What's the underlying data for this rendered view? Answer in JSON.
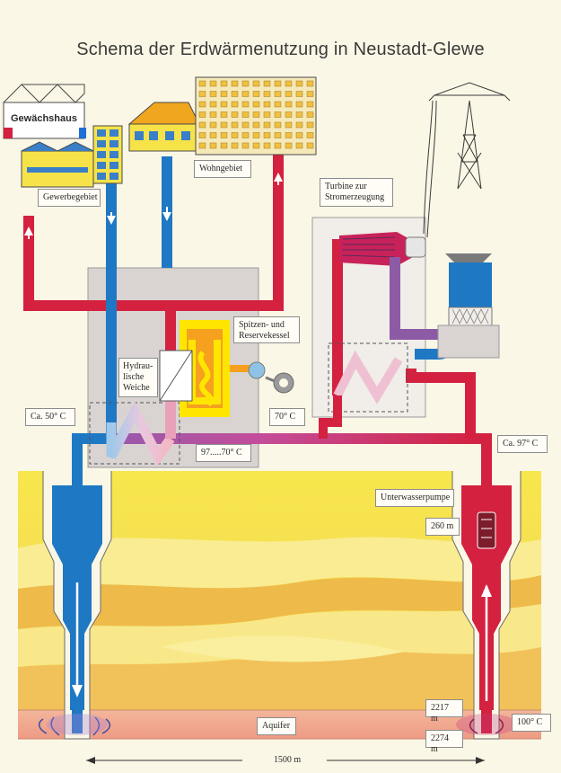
{
  "title": "Schema der Erdwärmenutzung in Neustadt-Glewe",
  "labels": {
    "greenhouse": "Gewächshaus",
    "commercial": "Gewerbegebiet",
    "residential": "Wohngebiet",
    "turbine": "Turbine zur\nStromerzeugung",
    "boiler": "Spitzen- und\nReservekessel",
    "hydraulic_switch": "Hydrau-\nlische\nWeiche",
    "temp_50": "Ca. 50° C",
    "temp_70": "70° C",
    "temp_97_70": "97.....70° C",
    "temp_97": "Ca. 97° C",
    "pump": "Unterwasserpumpe",
    "depth_260": "260 m",
    "depth_2217": "2217 m",
    "depth_2274": "2274 m",
    "aquifer": "Aquifer",
    "temp_100": "100° C",
    "distance": "1500 m"
  },
  "colors": {
    "hot_pipe": "#d3213f",
    "cold_pipe": "#1f78c4",
    "purple_pipe": "#8d5aa5",
    "magenta_pipe": "#b84a8c",
    "ground_yellow": "#f6e04b",
    "ground_orange": "#edae3c",
    "aquifer": "#f2a98e",
    "background": "#fbf7e6"
  }
}
